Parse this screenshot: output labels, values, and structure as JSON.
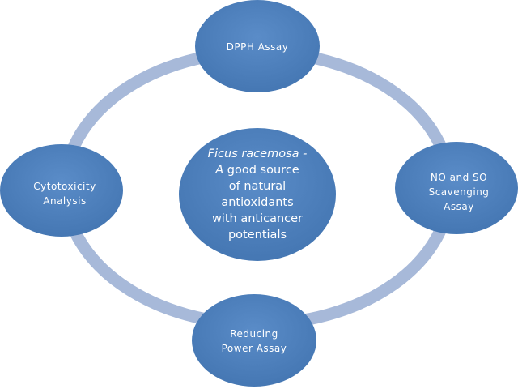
{
  "colors": {
    "node_fill": "#4f81bd",
    "node_fill_dark": "#3e6fa8",
    "ring": "#a7b9d9",
    "text": "#ffffff",
    "background": "#ffffff"
  },
  "diagram": {
    "center": {
      "line1_italic": "Ficus racemosa -",
      "line2_italic": "A",
      "line2_rest": " good source",
      "line3": "of natural",
      "line4": "antioxidants",
      "line5": "with anticancer",
      "line6": "potentials"
    },
    "nodes": {
      "top": {
        "lines": [
          "DPPH Assay"
        ]
      },
      "right": {
        "lines": [
          "NO and SO",
          "Scavenging",
          "Assay"
        ]
      },
      "bottom": {
        "lines": [
          "Reducing",
          "Power Assay"
        ]
      },
      "left": {
        "lines": [
          "Cytotoxicity",
          "Analysis"
        ]
      }
    }
  }
}
